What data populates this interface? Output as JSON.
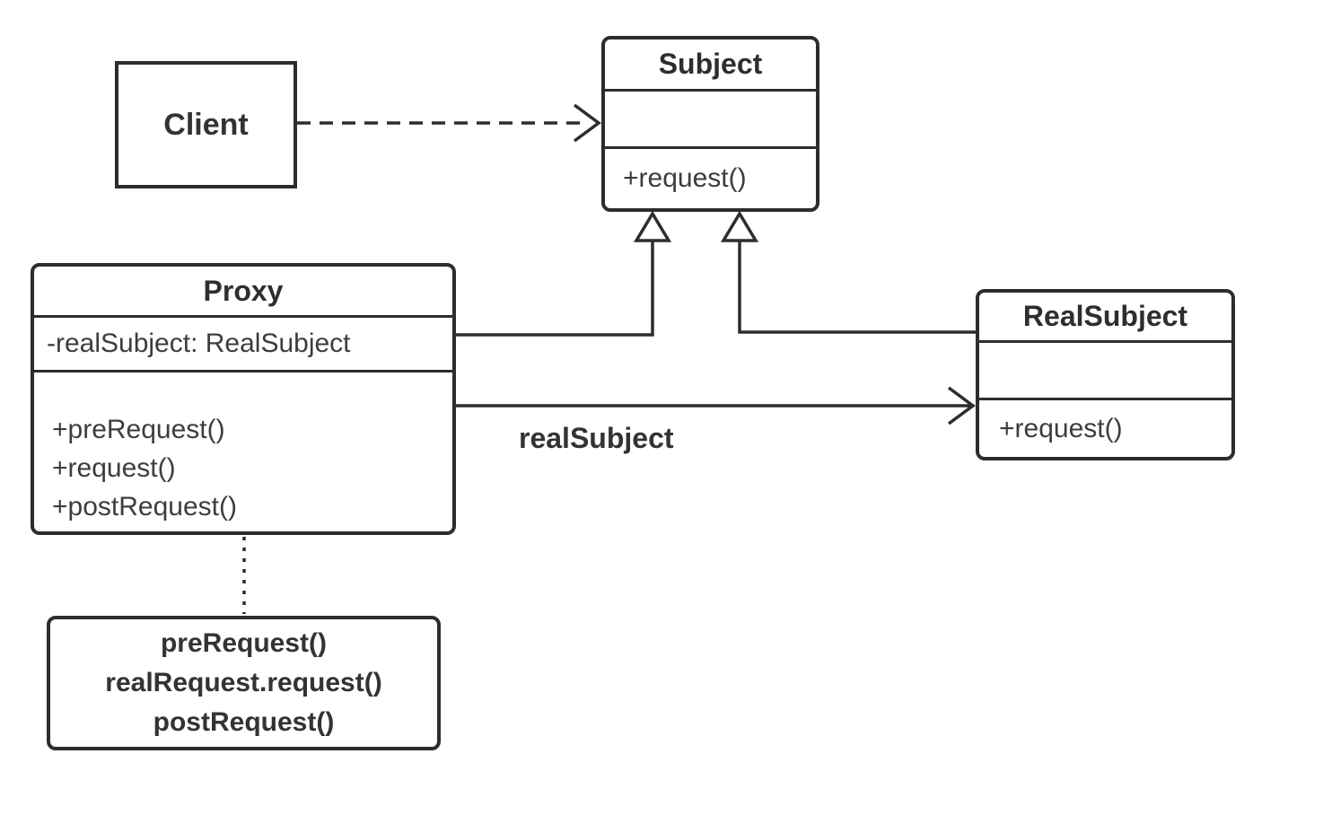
{
  "diagram": {
    "kind": "uml-class-diagram",
    "pattern": "Proxy",
    "client": {
      "title": "Client"
    },
    "subject": {
      "title": "Subject",
      "attributes": "",
      "methods": [
        "+request()"
      ]
    },
    "proxy": {
      "title": "Proxy",
      "attributes": [
        "-realSubject:  RealSubject"
      ],
      "methods": [
        "+preRequest()",
        "+request()",
        "+postRequest()"
      ]
    },
    "realsubject": {
      "title": "RealSubject",
      "attributes": "",
      "methods": [
        "+request()"
      ]
    },
    "note": {
      "lines": [
        "preRequest()",
        "realRequest.request()",
        "postRequest()"
      ]
    },
    "edges": {
      "association_label": "realSubject",
      "dependency": "Client ..> Subject",
      "generalization_left": "Proxy --|> Subject",
      "generalization_right": "RealSubject --|> Subject",
      "note_connector": "Proxy .. note"
    },
    "colors": {
      "stroke": "#2d2d2d",
      "text": "#3d3d3d",
      "bold_text": "#2e2e2e",
      "background": "#ffffff"
    }
  }
}
